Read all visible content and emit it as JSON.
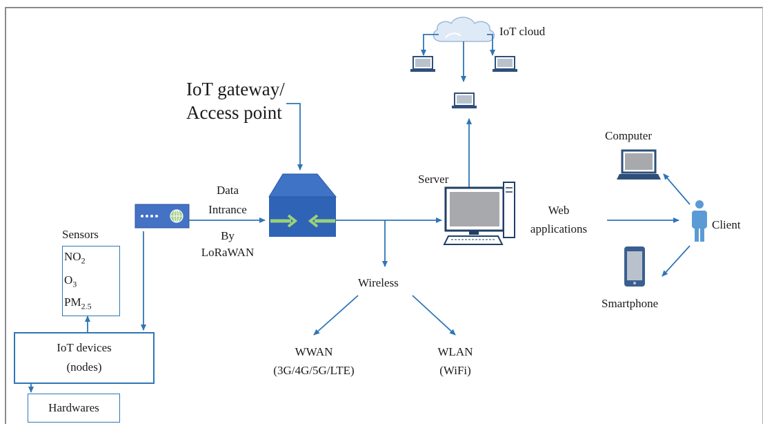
{
  "labels": {
    "iot_cloud": "IoT cloud",
    "gateway_line1": "IoT gateway/",
    "gateway_line2": "Access point",
    "data_intrance_1": "Data",
    "data_intrance_2": "Intrance",
    "by_lorawan_1": "By",
    "by_lorawan_2": "LoRaWAN",
    "server": "Server",
    "web_apps_1": "Web",
    "web_apps_2": "applications",
    "computer": "Computer",
    "client": "Client",
    "smartphone": "Smartphone",
    "wireless": "Wireless",
    "wwan_1": "WWAN",
    "wwan_2": "(3G/4G/5G/LTE)",
    "wlan_1": "WLAN",
    "wlan_2": "(WiFi)",
    "sensors": "Sensors",
    "iot_devices_1": "IoT devices",
    "iot_devices_2": "(nodes)",
    "hardwares": "Hardwares"
  },
  "sensors": [
    {
      "base": "NO",
      "sub": "2"
    },
    {
      "base": "O",
      "sub": "3"
    },
    {
      "base": "PM",
      "sub": "2.5"
    }
  ],
  "colors": {
    "arrow": "#2e75b6",
    "device": "#4472c4",
    "device_dark": "#1f4e79",
    "box_border": "#2e75b6",
    "gateway_arrow": "#9bd17a"
  }
}
